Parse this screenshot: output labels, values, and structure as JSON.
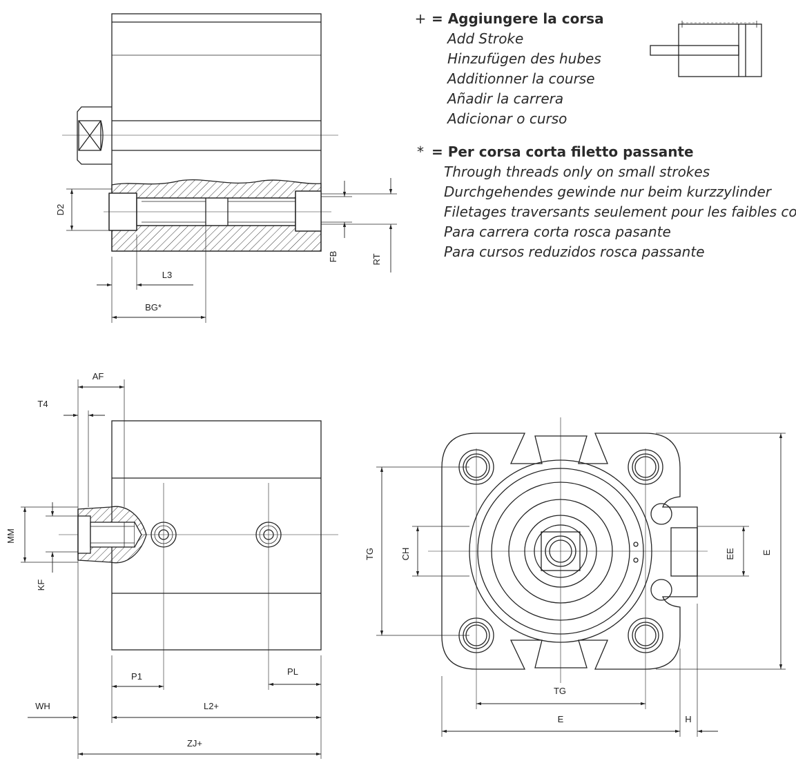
{
  "notes": {
    "stroke": {
      "symbol": "+",
      "heading": "= Aggiungere la corsa",
      "translations": [
        "Add Stroke",
        "Hinzufügen des hubes",
        "Additionner la course",
        "Añadir la carrera",
        "Adicionar o curso"
      ]
    },
    "threads": {
      "symbol": "*",
      "heading": "= Per corsa corta filetto passante",
      "translations": [
        "Through threads only on small strokes",
        "Durchgehendes gewinde nur beim kurzzylinder",
        "Filetages traversants seulement pour les faibles courses",
        "Para carrera corta rosca pasante",
        "Para cursos reduzidos rosca passante"
      ]
    }
  },
  "dimensions": {
    "top_view": {
      "d2": "D2",
      "fb": "FB",
      "rt": "RT",
      "l3": "L3",
      "bg": "BG*"
    },
    "side_view": {
      "af": "AF",
      "t4": "T4",
      "mm": "MM",
      "kf": "KF",
      "p1": "P1",
      "pl": "PL",
      "wh": "WH",
      "l2": "L2+",
      "zj": "ZJ+"
    },
    "front_view": {
      "tg_v": "TG",
      "ch": "CH",
      "ee": "EE",
      "e_v": "E",
      "tg_h": "TG",
      "e_h": "E",
      "h": "H"
    }
  }
}
